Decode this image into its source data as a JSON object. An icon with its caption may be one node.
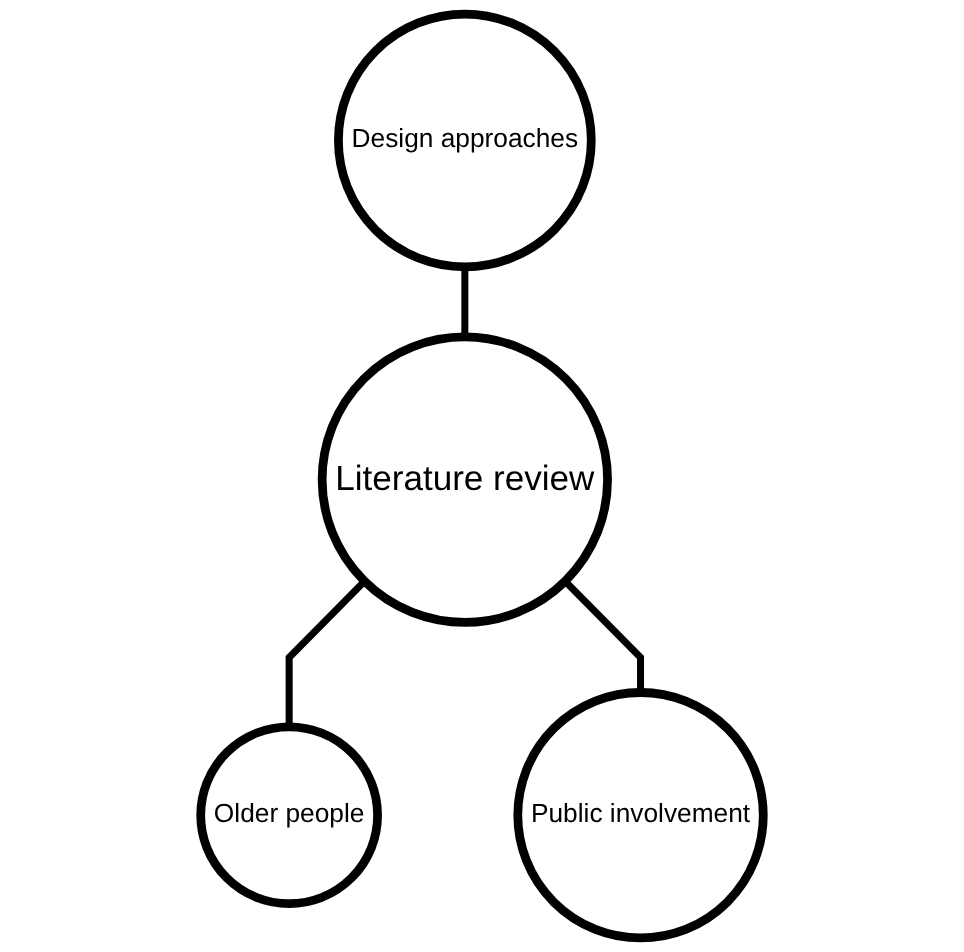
{
  "diagram": {
    "nodes": [
      {
        "text": [
          "Design approaches"
        ]
      },
      {
        "text": [
          "Literature review"
        ]
      },
      {
        "text": [
          "Older people"
        ]
      },
      {
        "text": [
          "Public involvement"
        ]
      }
    ],
    "edges": [
      {
        "from": 0,
        "to": 1,
        "arrow": "none"
      },
      {
        "from": 1,
        "to": 2,
        "arrow": "none"
      },
      {
        "from": 1,
        "to": 3,
        "arrow": "none"
      }
    ]
  }
}
